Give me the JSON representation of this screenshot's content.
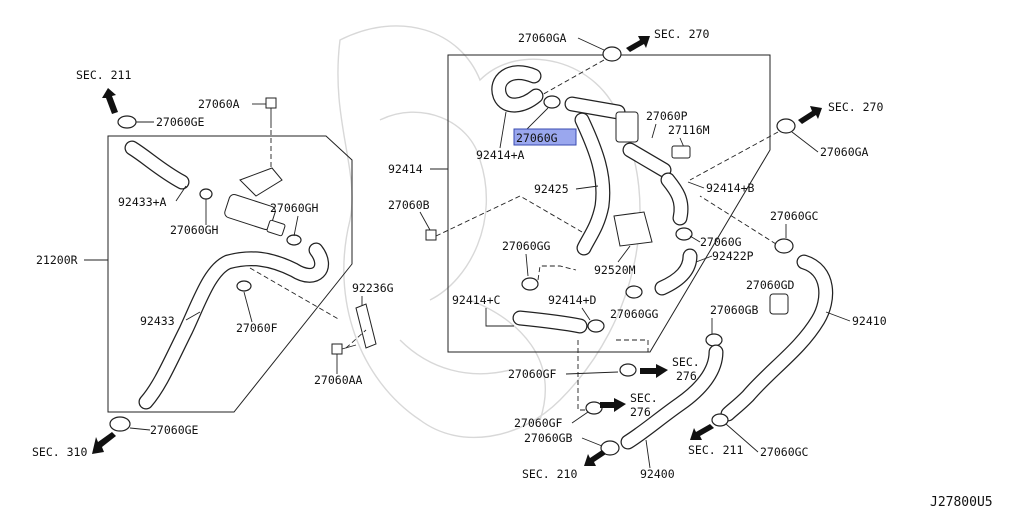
{
  "diagram_id": "J27800U5",
  "highlighted_part": "27060G",
  "colors": {
    "highlight": "#9aa7ee",
    "lines": "#222222",
    "background": "#ffffff"
  },
  "labels": {
    "sec211_top": "SEC. 211",
    "p27060GE_top": "27060GE",
    "p27060A": "27060A",
    "p92433A": "92433+A",
    "p27060GH_left": "27060GH",
    "p27060GH_right": "27060GH",
    "p21200R": "21200R",
    "p92433": "92433",
    "p27060F": "27060F",
    "p92236G": "92236G",
    "p27060AA": "27060AA",
    "p27060GE_bottom": "27060GE",
    "sec310": "SEC. 310",
    "p27060GA_top": "27060GA",
    "sec270_top": "SEC. 270",
    "p27060P": "27060P",
    "p27116M": "27116M",
    "sec270_right": "SEC. 270",
    "p27060GA_right": "27060GA",
    "p27060G_highlight": "27060G",
    "p92414A": "92414+A",
    "p92414": "92414",
    "p92425": "92425",
    "p92414B": "92414+B",
    "p27060B": "27060B",
    "p27060GC_right": "27060GC",
    "p27060GG_left": "27060GG",
    "p27060G": "27060G",
    "p92422P": "92422P",
    "p92520M": "92520M",
    "p92414C": "92414+C",
    "p92414D": "92414+D",
    "p27060GD": "27060GD",
    "p27060GG_right": "27060GG",
    "p27060GB_right": "27060GB",
    "p92410": "92410",
    "p27060GF_top": "27060GF",
    "sec276_top": "SEC.",
    "sec276_top_num": "276",
    "sec276_bottom": "SEC.",
    "sec276_bottom_num": "276",
    "p27060GF_bottom": "27060GF",
    "p27060GB_bottom": "27060GB",
    "sec211_bottom": "SEC. 211",
    "p27060GC_bottom": "27060GC",
    "sec210": "SEC. 210",
    "p92400": "92400",
    "diagram_code": "J27800U5"
  }
}
